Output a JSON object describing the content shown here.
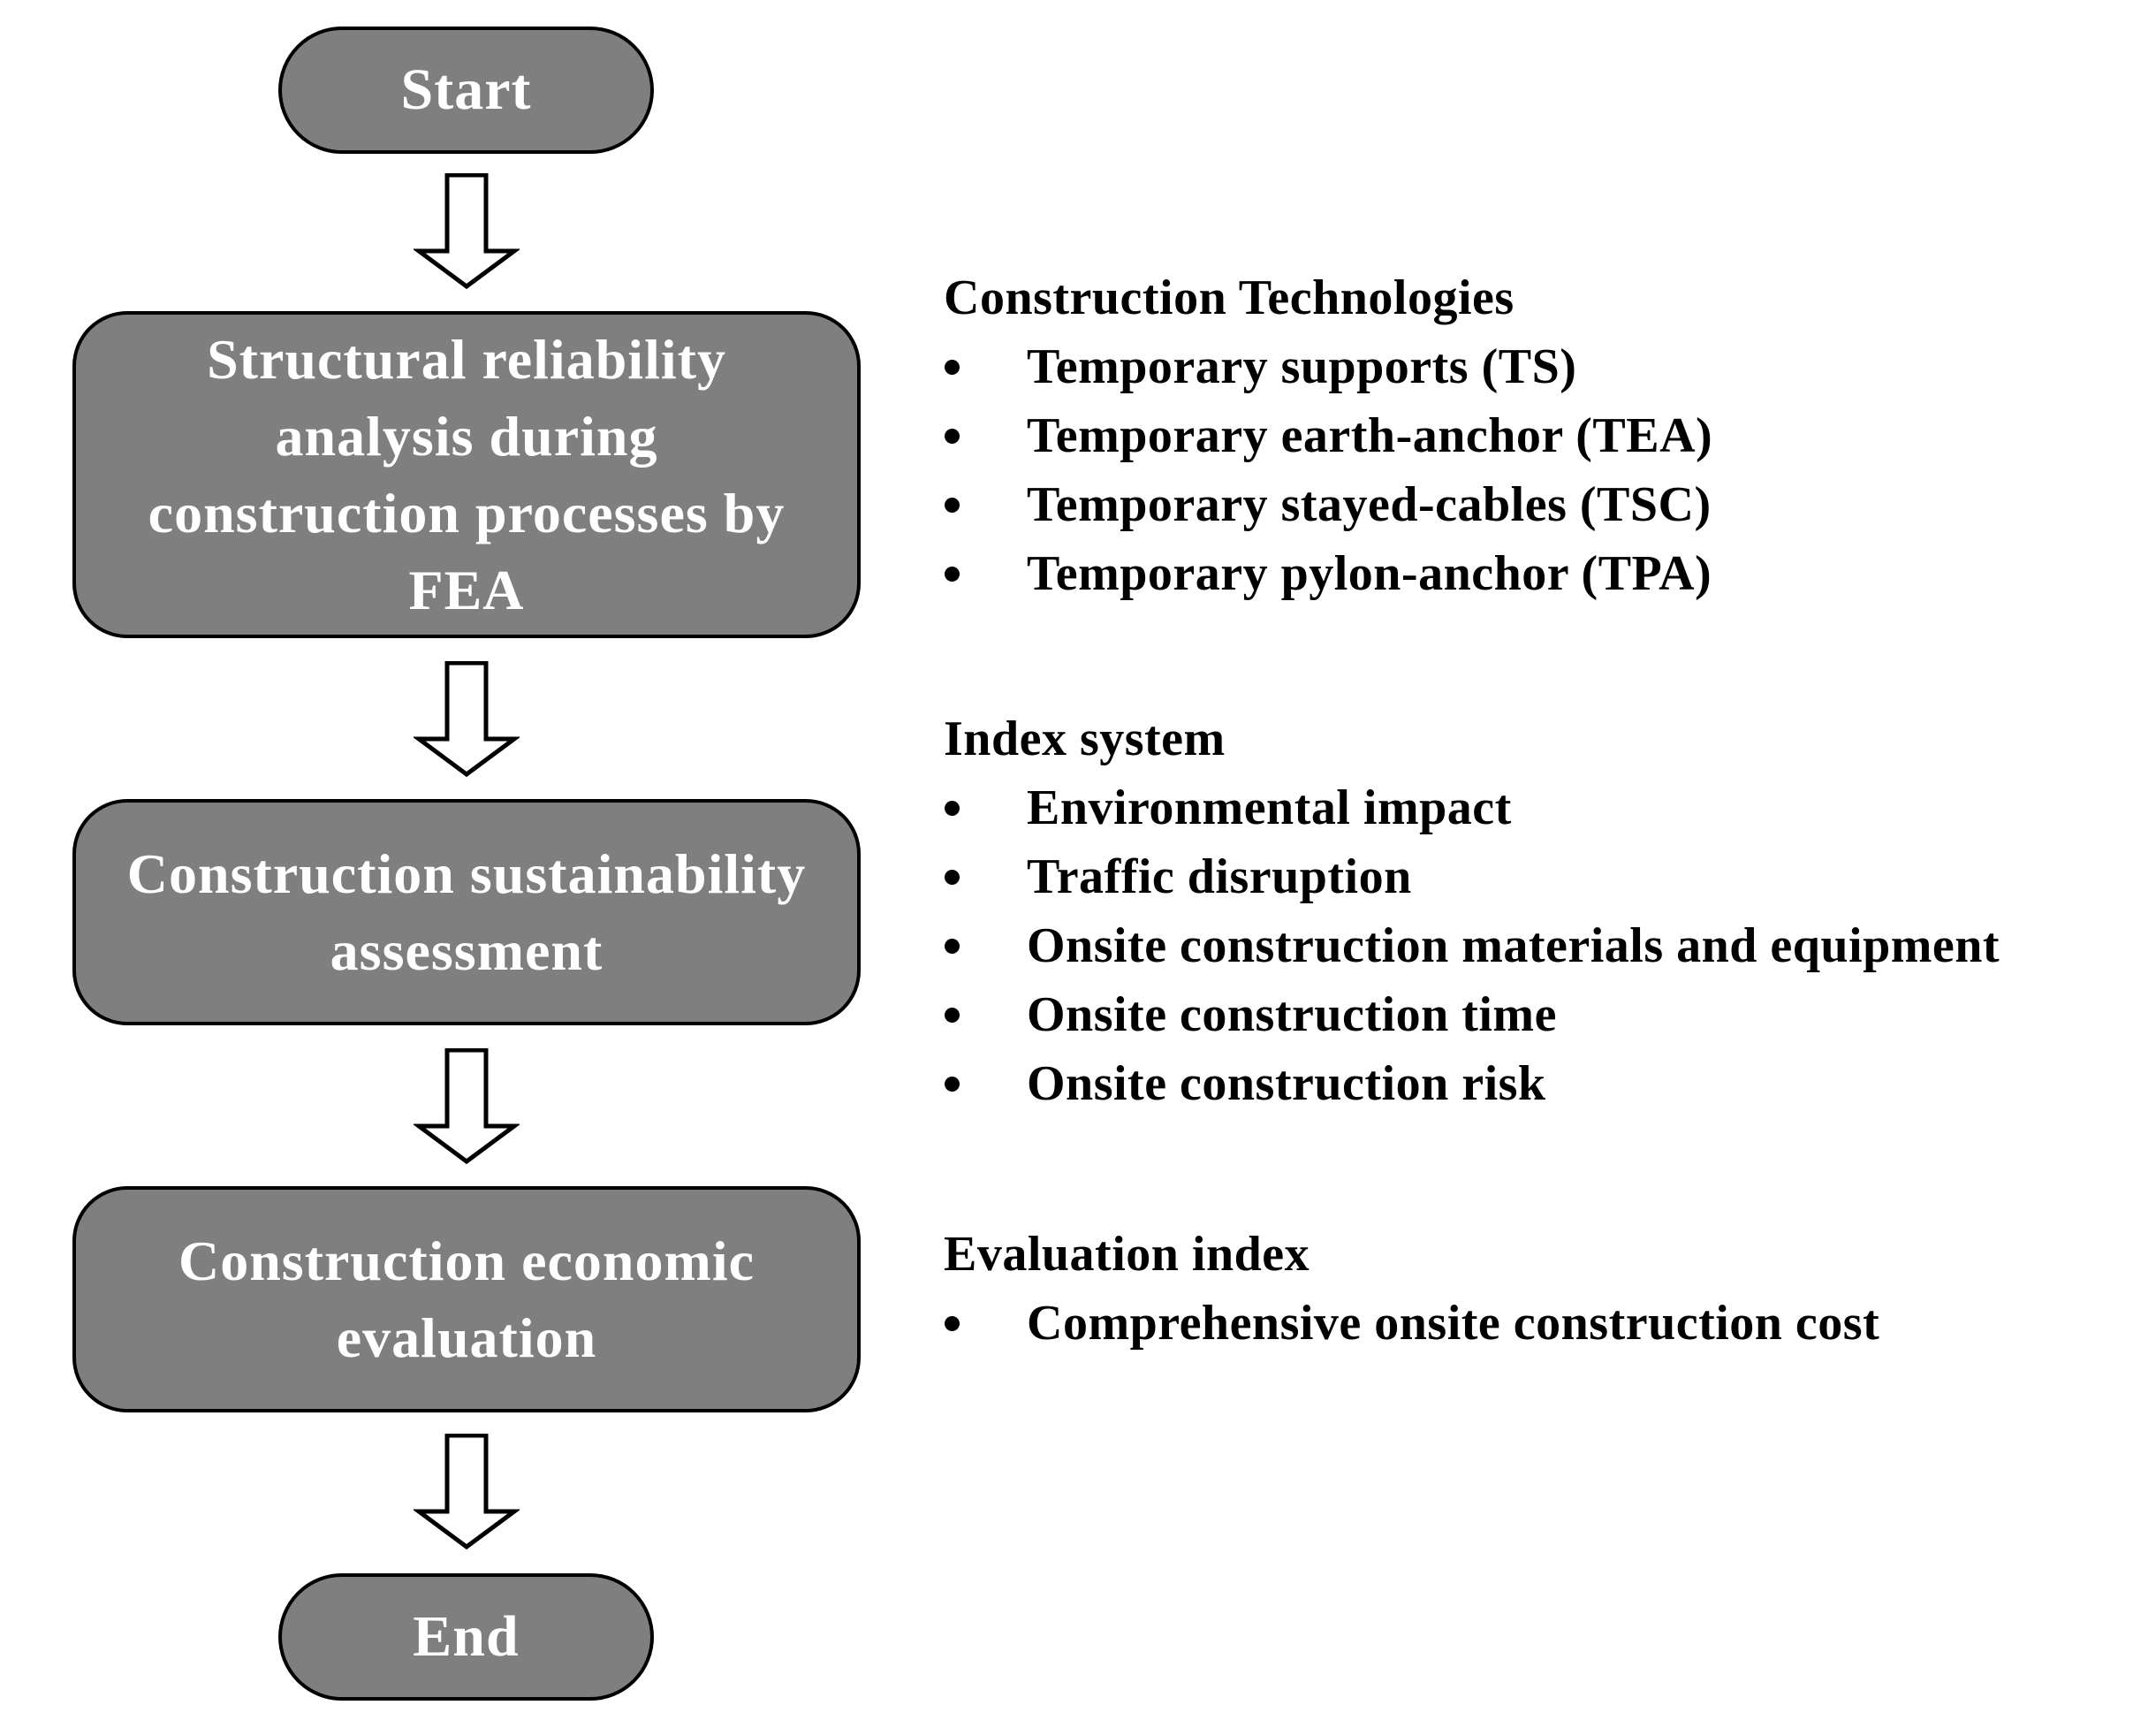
{
  "flow": {
    "start": "Start",
    "step1_lines": [
      "Structural reliability",
      "analysis during",
      "construction processes by",
      "FEA"
    ],
    "step2_lines": [
      "Construction sustainability",
      "assessment"
    ],
    "step3_lines": [
      "Construction economic",
      "evaluation"
    ],
    "end": "End"
  },
  "colors": {
    "box_fill": "#7f7f7f",
    "box_text": "#ffffff",
    "outline": "#000000"
  },
  "sections": {
    "technologies": {
      "title": "Construction Technologies",
      "items": [
        "Temporary supports (TS)",
        "Temporary earth-anchor (TEA)",
        "Temporary stayed-cables (TSC)",
        "Temporary pylon-anchor (TPA)"
      ]
    },
    "index_system": {
      "title": "Index system",
      "items": [
        "Environmental impact",
        "Traffic disruption",
        "Onsite construction materials and equipment",
        "Onsite construction time",
        "Onsite construction risk"
      ]
    },
    "evaluation": {
      "title": "Evaluation index",
      "items": [
        "Comprehensive onsite construction cost"
      ]
    }
  }
}
